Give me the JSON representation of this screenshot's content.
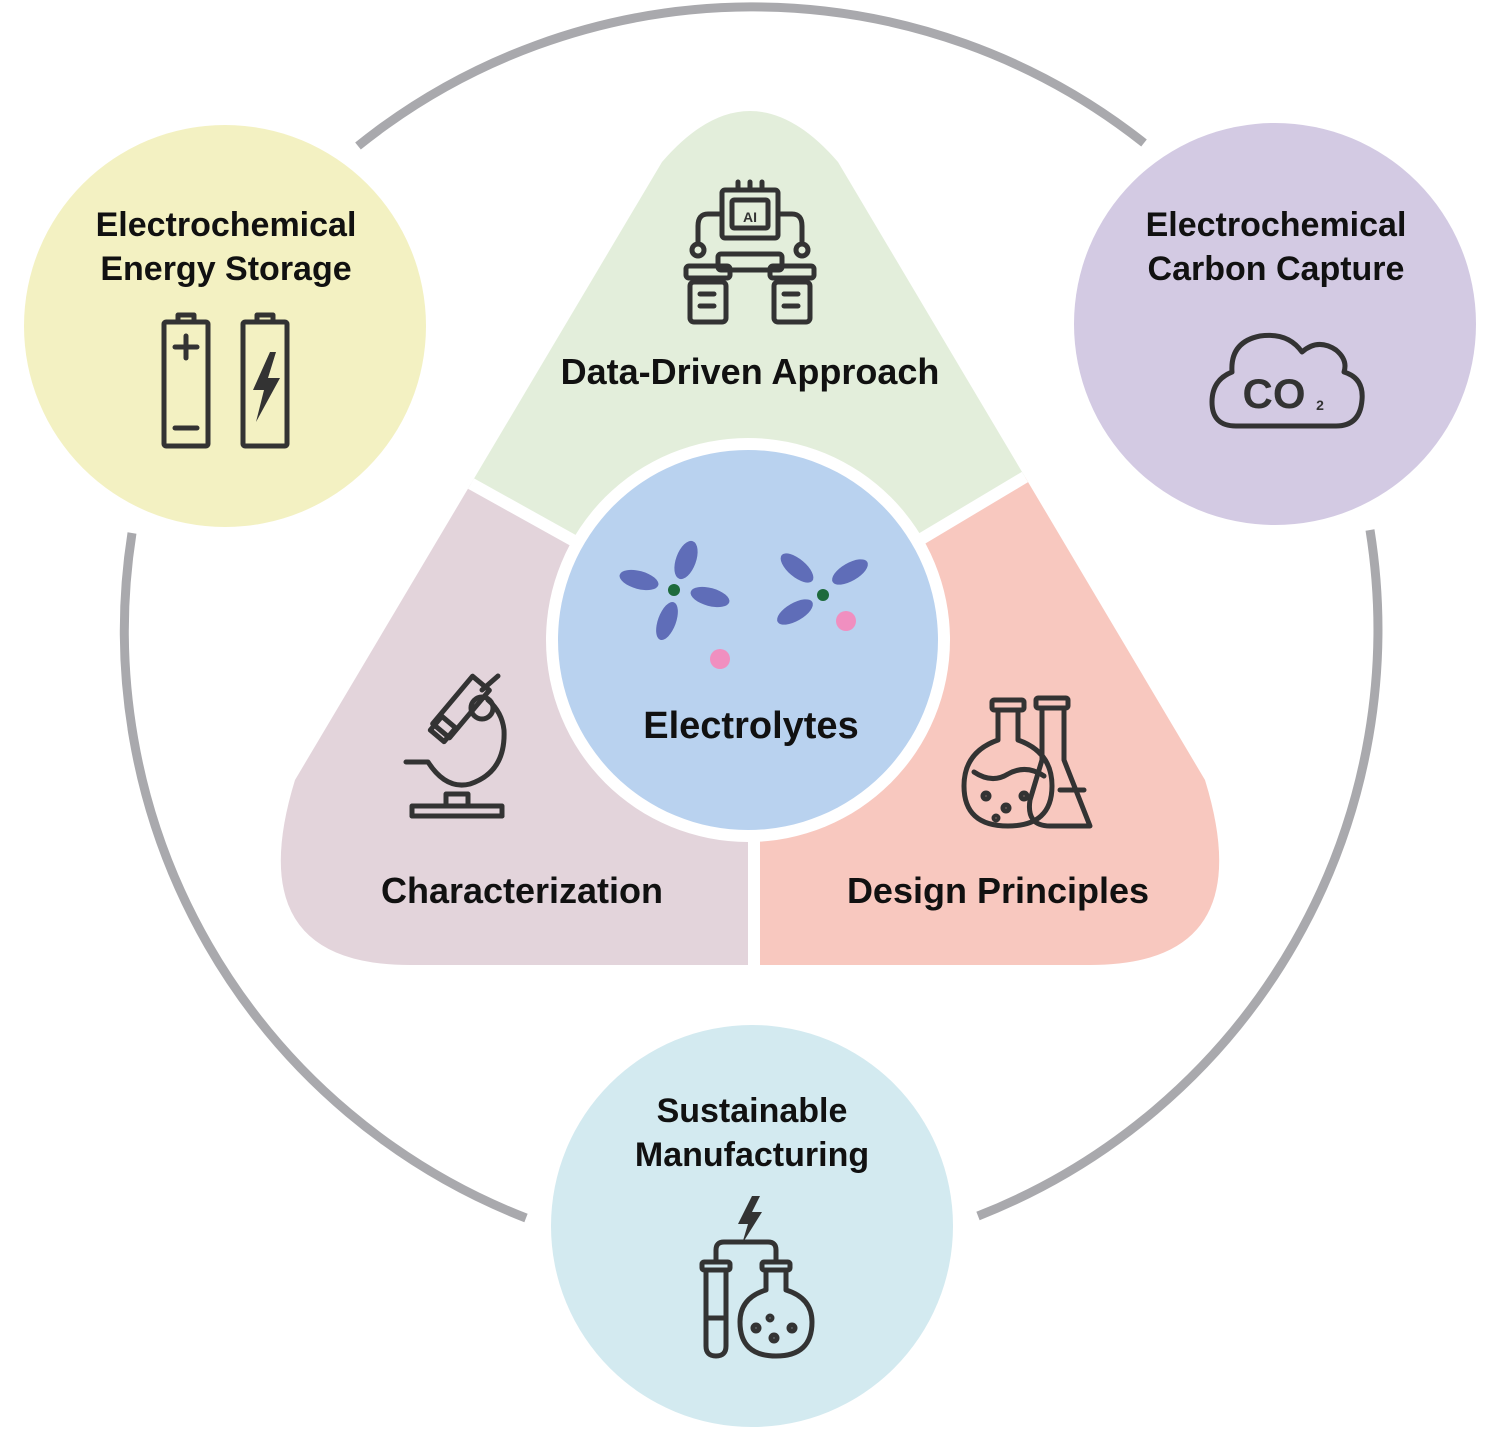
{
  "center": {
    "label": "Electrolytes",
    "color": "#b9d2ef"
  },
  "segments": [
    {
      "id": "data-driven",
      "label": "Data-Driven Approach",
      "color": "#e3eedb",
      "icon": "robot-ai-icon"
    },
    {
      "id": "characterization",
      "label": "Characterization",
      "color": "#e3d4db",
      "icon": "microscope-icon"
    },
    {
      "id": "design",
      "label": "Design Principles",
      "color": "#f8c8bf",
      "icon": "flasks-icon"
    }
  ],
  "applications": [
    {
      "id": "energy-storage",
      "line1": "Electrochemical",
      "line2": "Energy Storage",
      "color": "#f3f1c2",
      "icon": "batteries-icon"
    },
    {
      "id": "carbon-capture",
      "line1": "Electrochemical",
      "line2": "Carbon Capture",
      "color": "#d3cae3",
      "icon": "co2-cloud-icon",
      "icon_text": "CO",
      "icon_sub": "2"
    },
    {
      "id": "manufacturing",
      "line1": "Sustainable",
      "line2": "Manufacturing",
      "color": "#d3eaf0",
      "icon": "electrochemistry-icon"
    }
  ],
  "ring_color": "#a9a9ad",
  "icon_color": "#333333"
}
